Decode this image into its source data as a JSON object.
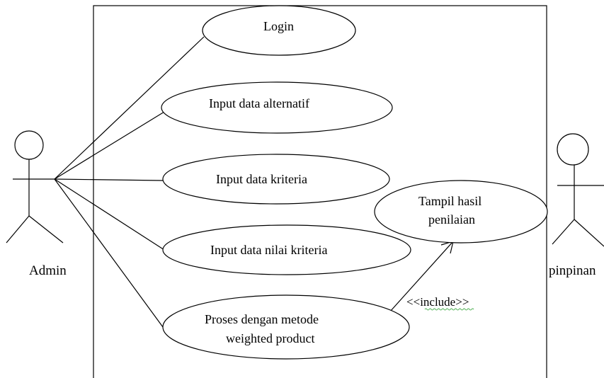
{
  "diagram": {
    "type": "use-case",
    "actors": [
      {
        "id": "admin",
        "label": "Admin"
      },
      {
        "id": "pimpinan",
        "label": "pinpinan"
      }
    ],
    "use_cases": [
      {
        "id": "login",
        "lines": [
          "Login"
        ]
      },
      {
        "id": "input-alternatif",
        "lines": [
          "Input data alternatif"
        ]
      },
      {
        "id": "input-kriteria",
        "lines": [
          "Input data kriteria"
        ]
      },
      {
        "id": "input-nilai-kriteria",
        "lines": [
          "Input data nilai kriteria"
        ]
      },
      {
        "id": "proses-wp",
        "lines": [
          "Proses dengan metode",
          "weighted product"
        ]
      },
      {
        "id": "tampil-hasil",
        "lines": [
          "Tampil hasil",
          "penilaian"
        ]
      }
    ],
    "associations": [
      {
        "from": "admin",
        "to": "login"
      },
      {
        "from": "admin",
        "to": "input-alternatif"
      },
      {
        "from": "admin",
        "to": "input-kriteria"
      },
      {
        "from": "admin",
        "to": "input-nilai-kriteria"
      },
      {
        "from": "admin",
        "to": "proses-wp"
      }
    ],
    "include": {
      "from": "proses-wp",
      "to": "tampil-hasil",
      "label_open": "<<",
      "label_word": "include",
      "label_close": ">>"
    }
  },
  "colors": {
    "line": "#000000",
    "background": "#ffffff",
    "spellcheck": "#4caf50"
  }
}
